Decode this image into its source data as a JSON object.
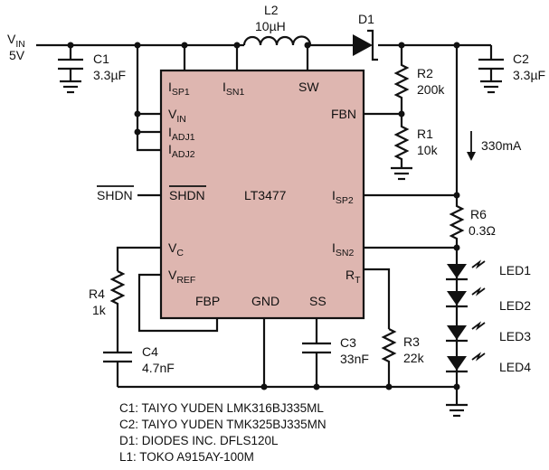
{
  "input": {
    "name": "V",
    "sub": "IN",
    "voltage": "5V"
  },
  "chip": {
    "name": "LT3477",
    "fill": "#deb6b0",
    "pins": {
      "isp1": {
        "main": "I",
        "sub": "SP1"
      },
      "isn1": {
        "main": "I",
        "sub": "SN1"
      },
      "sw": {
        "main": "SW",
        "sub": ""
      },
      "vin": {
        "main": "V",
        "sub": "IN"
      },
      "iadj1": {
        "main": "I",
        "sub": "ADJ1"
      },
      "iadj2": {
        "main": "I",
        "sub": "ADJ2"
      },
      "fbn": {
        "main": "FBN",
        "sub": ""
      },
      "shdn": {
        "main": "SHDN",
        "sub": ""
      },
      "isp2": {
        "main": "I",
        "sub": "SP2"
      },
      "vc": {
        "main": "V",
        "sub": "C"
      },
      "isn2": {
        "main": "I",
        "sub": "SN2"
      },
      "vref": {
        "main": "V",
        "sub": "REF"
      },
      "rt": {
        "main": "R",
        "sub": "T"
      },
      "fbp": {
        "main": "FBP",
        "sub": ""
      },
      "gnd": {
        "main": "GND",
        "sub": ""
      },
      "ss": {
        "main": "SS",
        "sub": ""
      }
    }
  },
  "shdn_signal": "SHDN",
  "components": {
    "c1": {
      "name": "C1",
      "value": "3.3µF"
    },
    "l2": {
      "name": "L2",
      "value": "10µH"
    },
    "d1": {
      "name": "D1"
    },
    "c2": {
      "name": "C2",
      "value": "3.3µF"
    },
    "r2": {
      "name": "R2",
      "value": "200k"
    },
    "r1": {
      "name": "R1",
      "value": "10k"
    },
    "r6": {
      "name": "R6",
      "value": "0.3Ω"
    },
    "r4": {
      "name": "R4",
      "value": "1k"
    },
    "c4": {
      "name": "C4",
      "value": "4.7nF"
    },
    "c3": {
      "name": "C3",
      "value": "33nF"
    },
    "r3": {
      "name": "R3",
      "value": "22k"
    }
  },
  "current": "330mA",
  "leds": [
    "LED1",
    "LED2",
    "LED3",
    "LED4"
  ],
  "bom": [
    "C1: TAIYO YUDEN LMK316BJ335ML",
    "C2: TAIYO YUDEN TMK325BJ335MN",
    "D1: DIODES INC. DFLS120L",
    "L1: TOKO A915AY-100M"
  ]
}
